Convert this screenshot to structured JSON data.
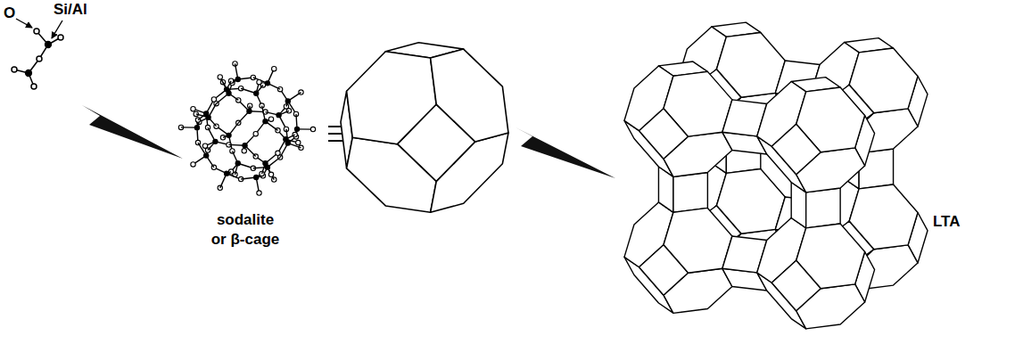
{
  "diagram": {
    "labels": [
      "O",
      "Si/Al",
      "sodalite or β-cage",
      "LTA"
    ]
  }
}
